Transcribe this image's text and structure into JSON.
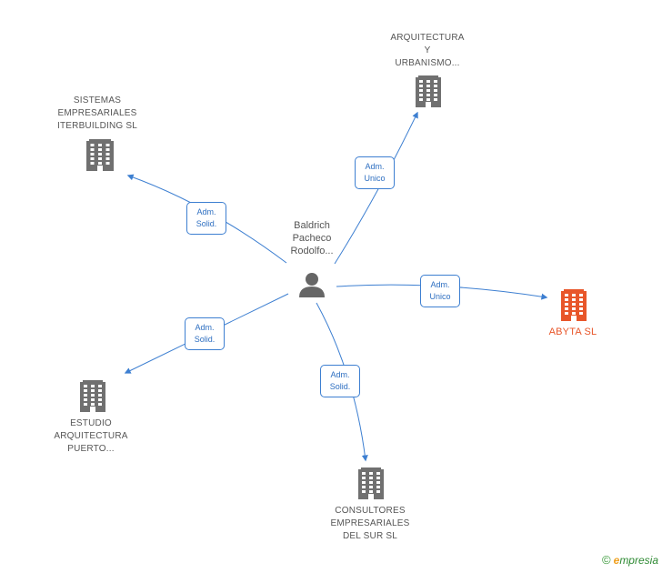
{
  "center": {
    "name_lines": [
      "Baldrich",
      "Pacheco",
      "Rodolfo..."
    ],
    "icon": "person-icon"
  },
  "companies": [
    {
      "id": "arquitectura",
      "lines": [
        "ARQUITECTURA",
        "Y",
        "URBANISMO..."
      ],
      "icon": "building-icon",
      "color": "#707070"
    },
    {
      "id": "sistemas",
      "lines": [
        "SISTEMAS",
        "EMPRESARIALES",
        "ITERBUILDING SL"
      ],
      "icon": "building-icon",
      "color": "#707070"
    },
    {
      "id": "abyta",
      "lines": [
        "ABYTA SL"
      ],
      "icon": "building-icon",
      "color": "#e8562a"
    },
    {
      "id": "estudio",
      "lines": [
        "ESTUDIO",
        "ARQUITECTURA",
        "PUERTO..."
      ],
      "icon": "building-icon",
      "color": "#707070"
    },
    {
      "id": "consultores",
      "lines": [
        "CONSULTORES",
        "EMPRESARIALES",
        "DEL SUR SL"
      ],
      "icon": "building-icon",
      "color": "#707070"
    }
  ],
  "edges": [
    {
      "to": "arquitectura",
      "label": [
        "Adm.",
        "Unico"
      ]
    },
    {
      "to": "sistemas",
      "label": [
        "Adm.",
        "Solid."
      ]
    },
    {
      "to": "abyta",
      "label": [
        "Adm.",
        "Unico"
      ]
    },
    {
      "to": "estudio",
      "label": [
        "Adm.",
        "Solid."
      ]
    },
    {
      "to": "consultores",
      "label": [
        "Adm.",
        "Solid."
      ]
    }
  ],
  "footer": {
    "copyright_symbol": "©",
    "brand_initial": "e",
    "brand_rest": "mpresia"
  },
  "colors": {
    "edge": "#3d7fd1",
    "building_default": "#707070",
    "building_highlight": "#e8562a",
    "person": "#666666"
  }
}
